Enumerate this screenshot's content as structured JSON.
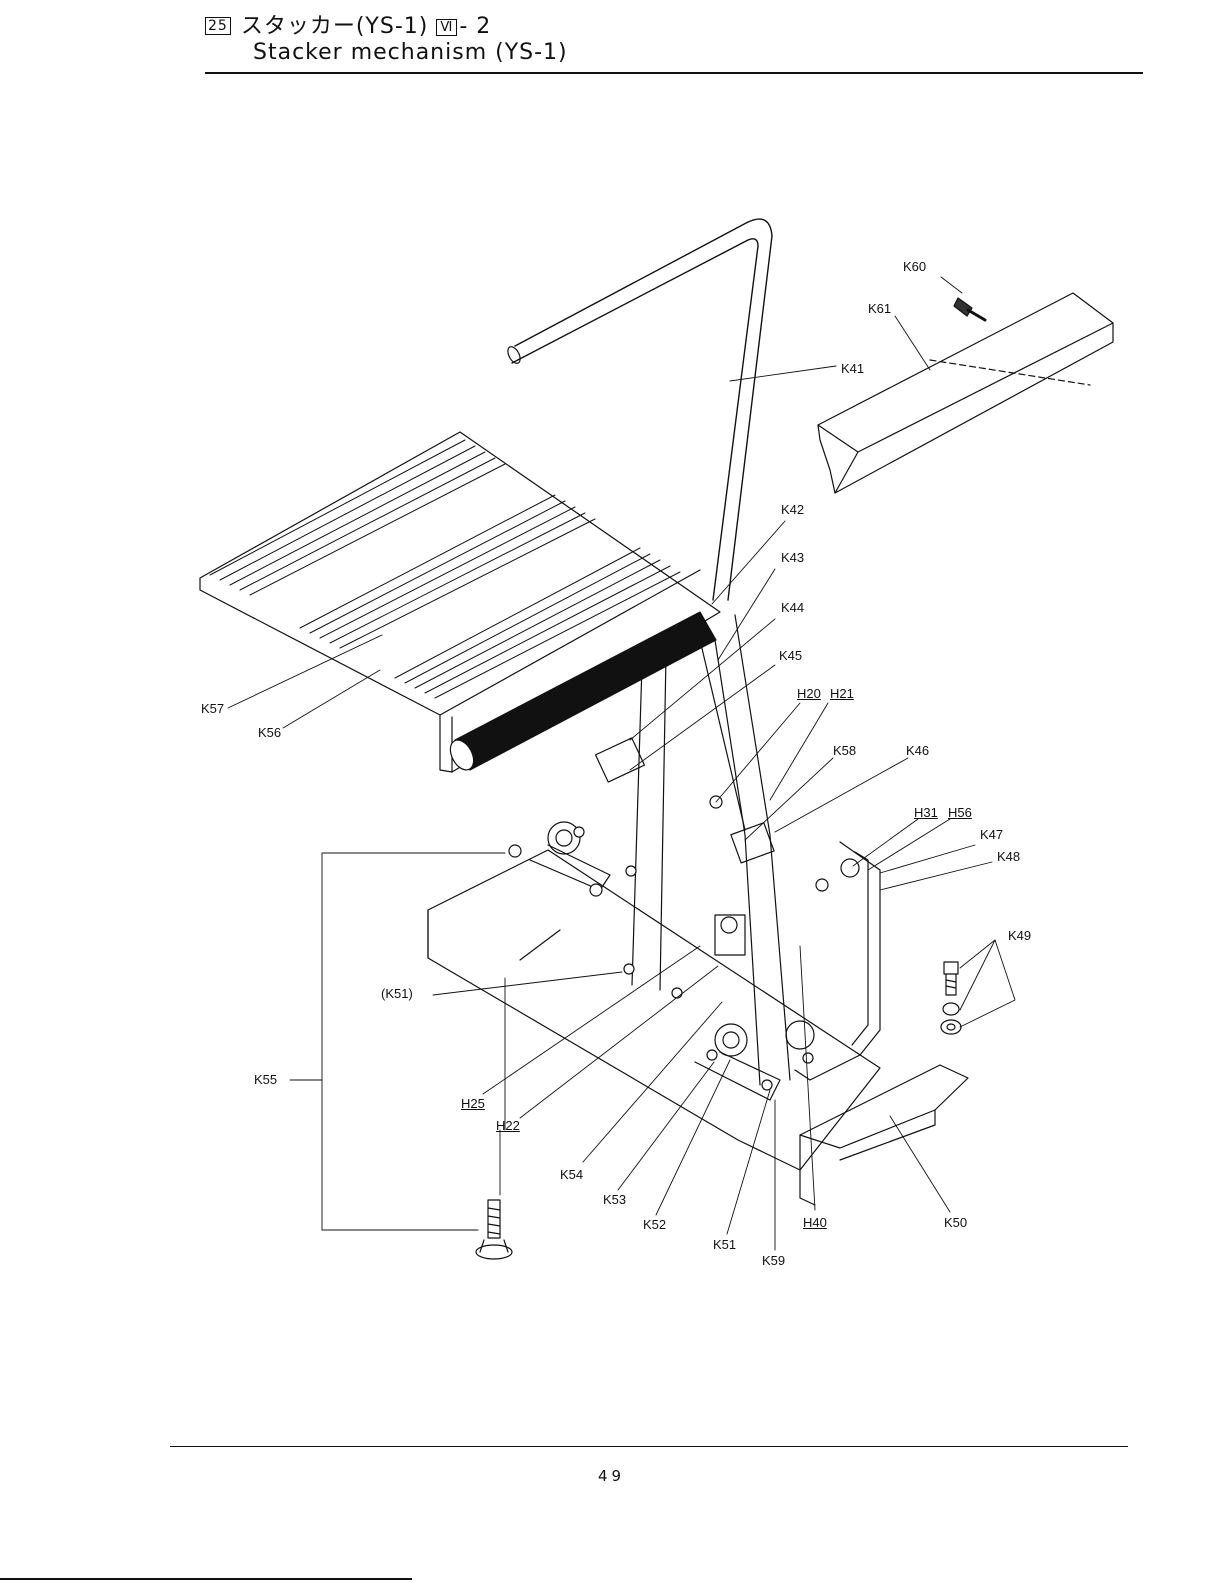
{
  "header": {
    "section_number": "25",
    "title_jp": "スタッカー(YS-1)",
    "roman": "Ⅵ",
    "title_suffix": "- 2",
    "title_en": "Stacker mechanism (YS-1)"
  },
  "labels": {
    "K60": "K60",
    "K61": "K61",
    "K41": "K41",
    "K42": "K42",
    "K43": "K43",
    "K44": "K44",
    "K45": "K45",
    "H20": "H20",
    "H21": "H21",
    "K58": "K58",
    "K46": "K46",
    "H31": "H31",
    "H56": "H56",
    "K47": "K47",
    "K48": "K48",
    "K49": "K49",
    "K57": "K57",
    "K56": "K56",
    "K51p": "(K51)",
    "K55": "K55",
    "H25": "H25",
    "H22": "H22",
    "K54": "K54",
    "K53": "K53",
    "K52": "K52",
    "K51": "K51",
    "K59": "K59",
    "H40": "H40",
    "K50": "K50"
  },
  "page_number": "49"
}
